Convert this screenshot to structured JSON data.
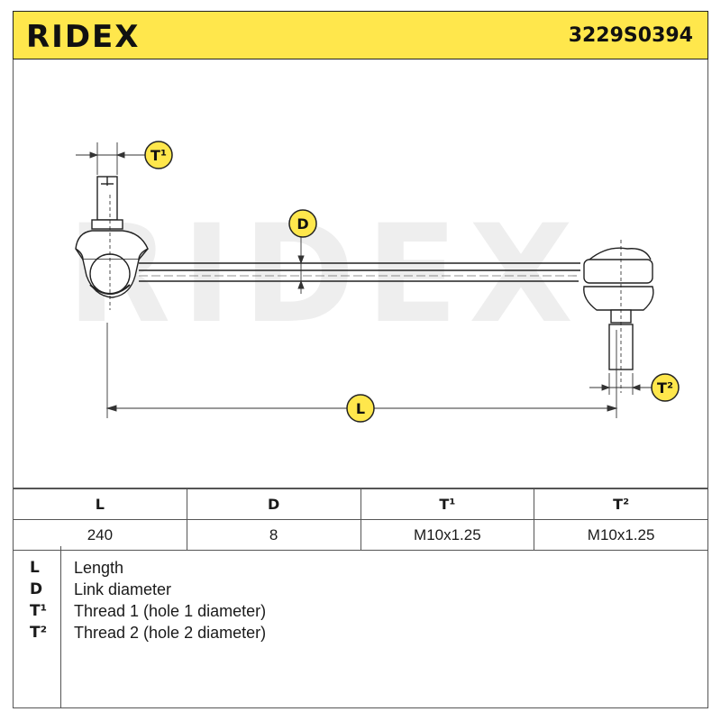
{
  "header": {
    "brand": "RIDEX",
    "part_number": "3229S0394"
  },
  "drawing": {
    "watermark": "RIDEX",
    "labels": {
      "t1": "T¹",
      "d": "D",
      "t2": "T²",
      "l": "L"
    }
  },
  "table": {
    "headers": [
      "L",
      "D",
      "T¹",
      "T²"
    ],
    "values": [
      "240",
      "8",
      "M10x1.25",
      "M10x1.25"
    ]
  },
  "legend": [
    {
      "code": "L",
      "desc": "Length"
    },
    {
      "code": "D",
      "desc": "Link diameter"
    },
    {
      "code": "T¹",
      "desc": "Thread 1 (hole 1 diameter)"
    },
    {
      "code": "T²",
      "desc": "Thread 2 (hole 2 diameter)"
    }
  ]
}
